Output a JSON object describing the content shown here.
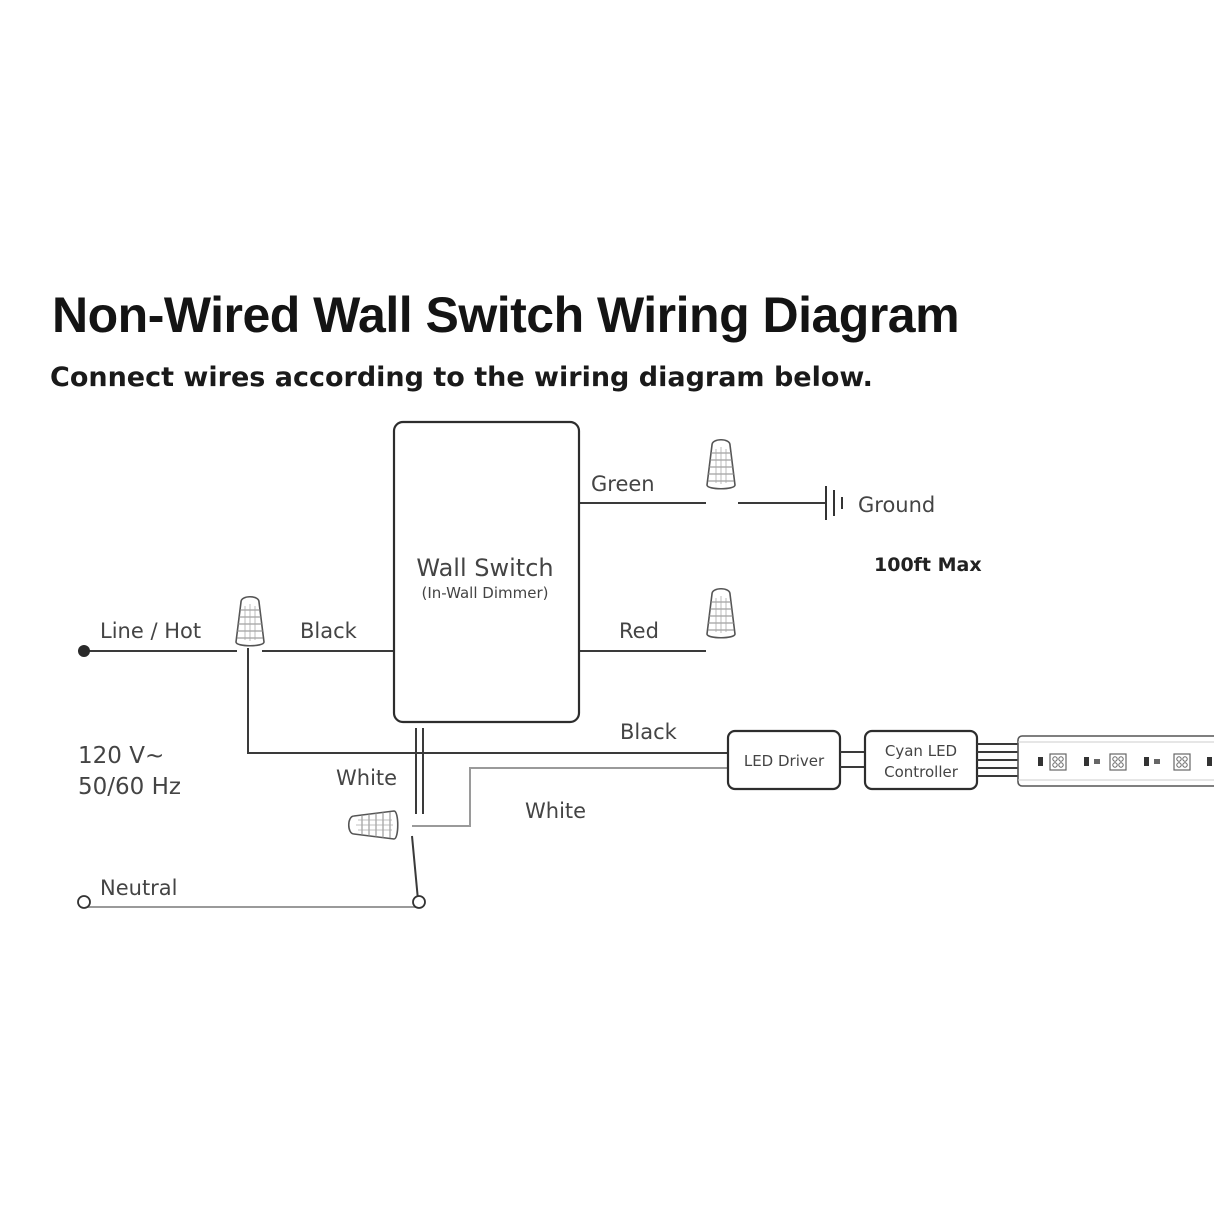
{
  "title": "Non-Wired Wall Switch Wiring Diagram",
  "subtitle": "Connect wires according to the wiring diagram below.",
  "switch": {
    "name": "Wall Switch",
    "subname": "(In-Wall Dimmer)"
  },
  "labels": {
    "line_hot": "Line / Hot",
    "black_in": "Black",
    "green": "Green",
    "ground": "Ground",
    "max_length": "100ft Max",
    "red": "Red",
    "black_out": "Black",
    "white_switch": "White",
    "white_out": "White",
    "neutral": "Neutral",
    "voltage": "120 V~",
    "frequency": "50/60 Hz"
  },
  "led_driver": "LED Driver",
  "controller": {
    "line1": "Cyan LED",
    "line2": "Controller"
  },
  "icons": [
    "wire-nut-icon",
    "ground-symbol-icon",
    "led-strip-icon"
  ]
}
